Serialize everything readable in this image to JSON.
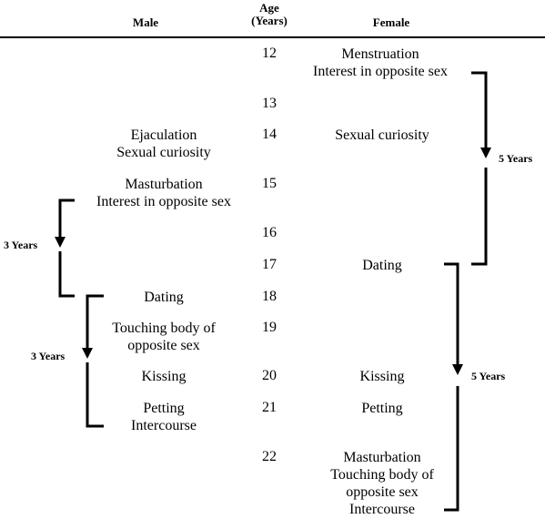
{
  "headers": {
    "male": "Male",
    "age_line1": "Age",
    "age_line2": "(Years)",
    "female": "Female"
  },
  "ages": [
    "12",
    "13",
    "14",
    "15",
    "16",
    "17",
    "18",
    "19",
    "20",
    "21",
    "22"
  ],
  "male": {
    "ejaculation": "Ejaculation",
    "sexual_curiosity": "Sexual curiosity",
    "masturbation": "Masturbation",
    "interest_opposite_sex": "Interest in opposite sex",
    "dating": "Dating",
    "touching_1": "Touching body of",
    "touching_2": "opposite sex",
    "kissing": "Kissing",
    "petting": "Petting",
    "intercourse": "Intercourse"
  },
  "female": {
    "menstruation": "Menstruation",
    "interest_opposite_sex": "Interest in opposite sex",
    "sexual_curiosity": "Sexual curiosity",
    "dating": "Dating",
    "kissing": "Kissing",
    "petting": "Petting",
    "masturbation": "Masturbation",
    "touching_1": "Touching body of",
    "touching_2": "opposite sex",
    "intercourse": "Intercourse"
  },
  "brackets": {
    "male_upper": "3 Years",
    "male_lower": "3 Years",
    "female_upper": "5 Years",
    "female_lower": "5 Years"
  }
}
